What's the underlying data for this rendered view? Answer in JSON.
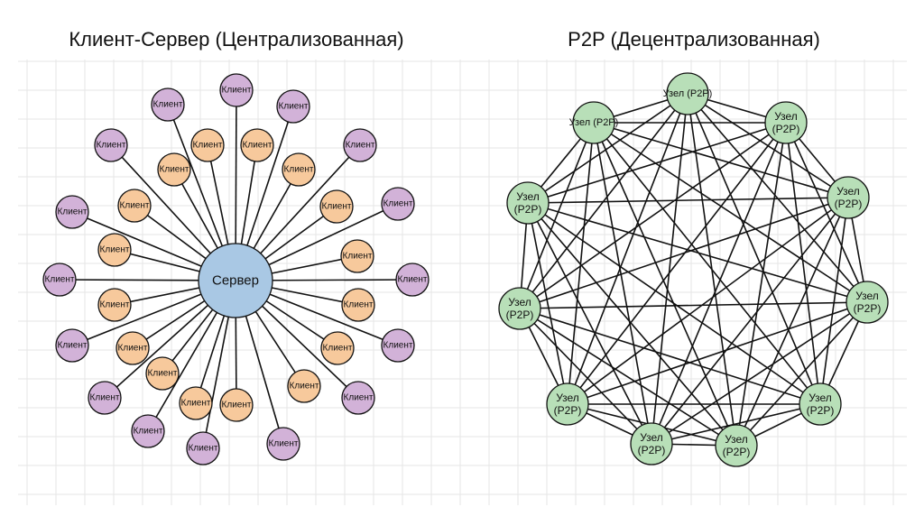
{
  "left": {
    "title": "Клиент-Сервер (Централизованная)",
    "server_label": "Сервер",
    "client_label": "Клиент",
    "colors": {
      "server": "#a9c8e4",
      "inner_client": "#f7c99c",
      "outer_client": "#d2b2d8"
    }
  },
  "right": {
    "title": "P2P (Децентрализованная)",
    "node_label_line1": "Узел",
    "node_label_line2": "(P2P)",
    "colors": {
      "node": "#b8dfb8"
    }
  }
}
